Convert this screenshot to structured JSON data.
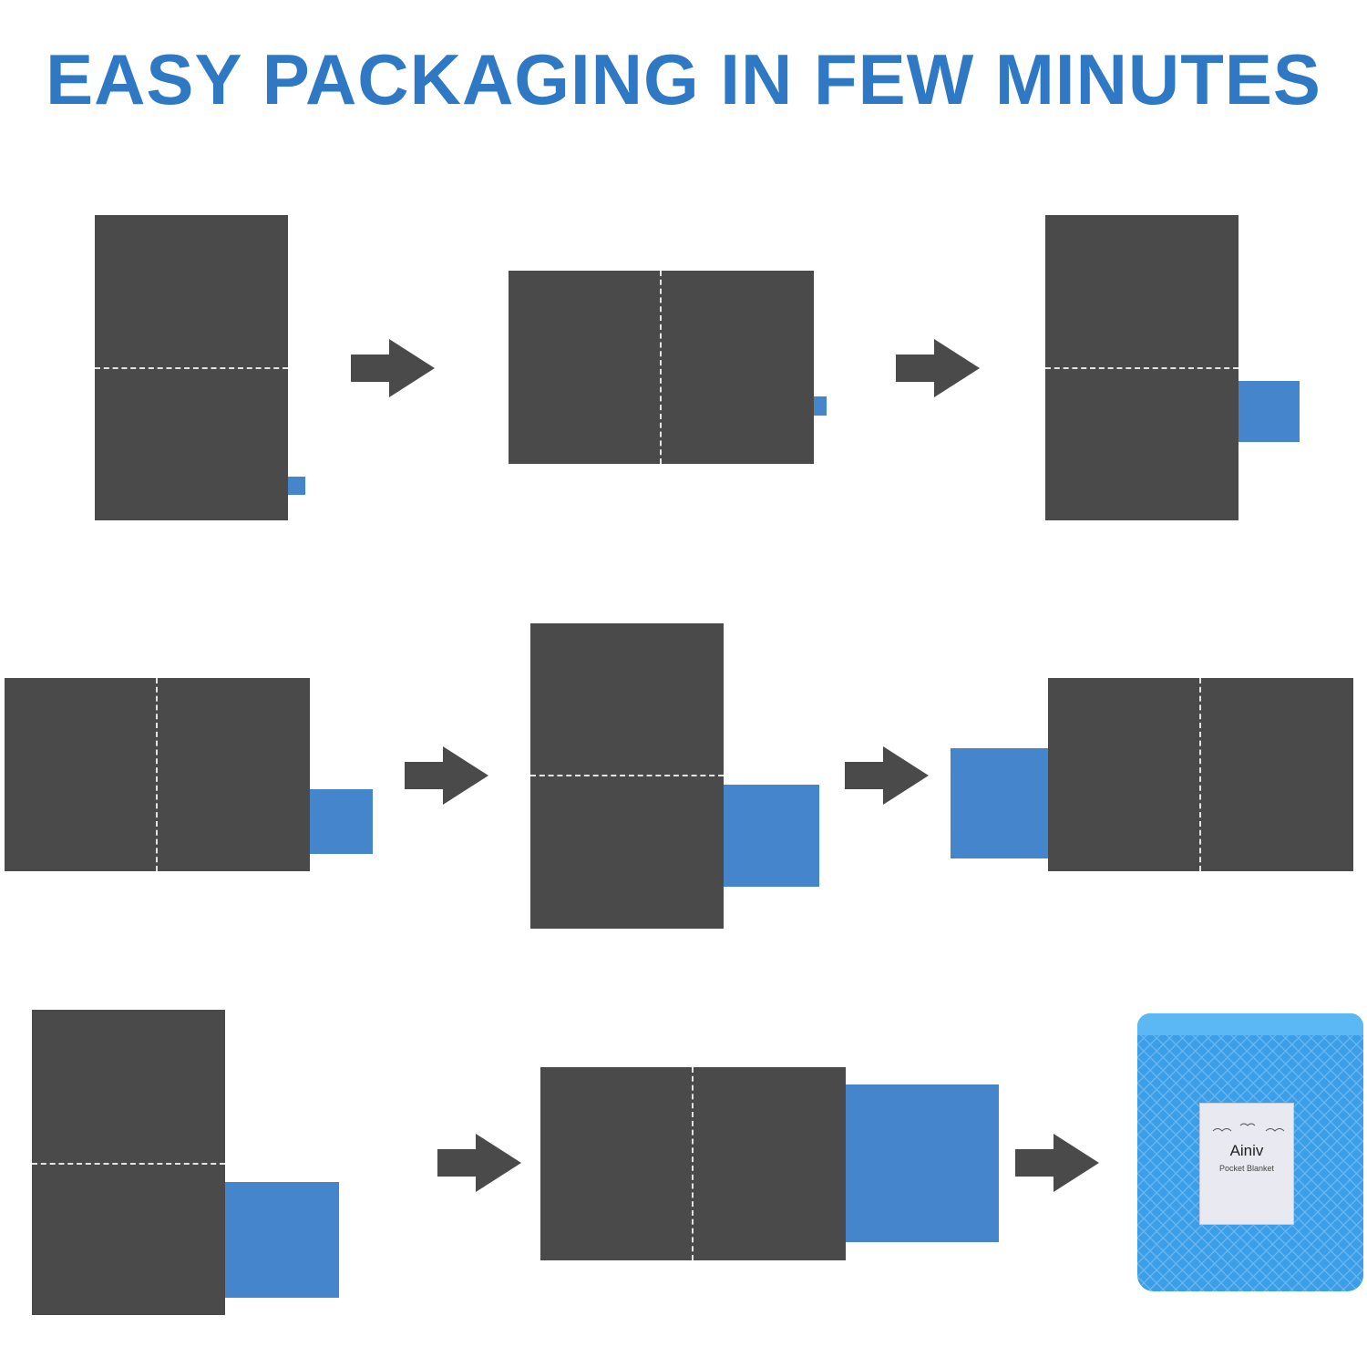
{
  "title": "EASY PACKAGING IN FEW MINUTES",
  "colors": {
    "title": "#2f78c4",
    "panel": "#4a4a4a",
    "tab": "#4585cb",
    "arrow": "#4a4a4a",
    "bag": "#3a9ee8",
    "bag_rim": "#5bb8f2"
  },
  "steps": [
    {
      "step": 1,
      "shape": "tall",
      "fold": "horizontal",
      "tab": "tiny"
    },
    {
      "step": 2,
      "shape": "wide",
      "fold": "vertical",
      "tab": "tiny"
    },
    {
      "step": 3,
      "shape": "tall",
      "fold": "horizontal",
      "tab": "small"
    },
    {
      "step": 4,
      "shape": "wide",
      "fold": "vertical",
      "tab": "small"
    },
    {
      "step": 5,
      "shape": "tall",
      "fold": "horizontal",
      "tab": "medium"
    },
    {
      "step": 6,
      "shape": "wide",
      "fold": "vertical",
      "tab": "medium-left"
    },
    {
      "step": 7,
      "shape": "tall",
      "fold": "horizontal",
      "tab": "medium"
    },
    {
      "step": 8,
      "shape": "wide",
      "fold": "vertical",
      "tab": "large"
    },
    {
      "step": 9,
      "shape": "pocket-bag"
    }
  ],
  "arrow_icon": "right-arrow-icon",
  "bag": {
    "brand": "Ainiv",
    "product": "Pocket Blanket"
  }
}
